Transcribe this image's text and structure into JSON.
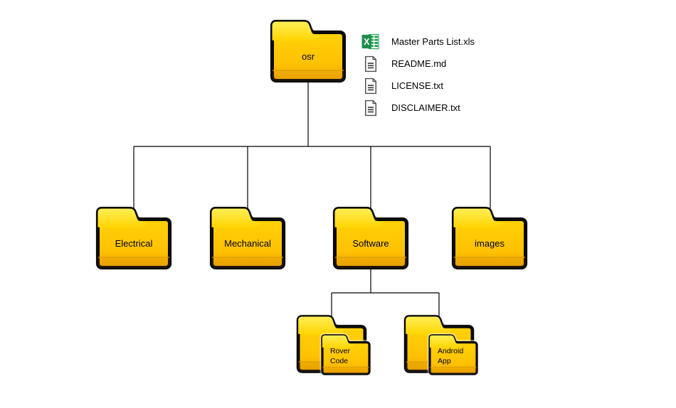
{
  "tree": {
    "root": {
      "label": "osr",
      "files": [
        {
          "name": "Master Parts List.xls",
          "icon": "excel-file-icon"
        },
        {
          "name": "README.md",
          "icon": "text-file-icon"
        },
        {
          "name": "LICENSE.txt",
          "icon": "text-file-icon"
        },
        {
          "name": "DISCLAIMER.txt",
          "icon": "text-file-icon"
        }
      ],
      "children": [
        {
          "label": "Electrical"
        },
        {
          "label": "Mechanical"
        },
        {
          "label": "Software",
          "children": [
            {
              "label": "Rover Code"
            },
            {
              "label": "Android App"
            }
          ]
        },
        {
          "label": "images"
        }
      ]
    }
  },
  "colors": {
    "background": "#FFFFFF",
    "folder_body": "#FFC403",
    "folder_flap": "#FFE93E",
    "folder_border": "#000000",
    "connector_line": "#000000",
    "excel_green": "#28A158",
    "doc_icon_gray": "#4D4D4D",
    "label_text": "#000000"
  }
}
